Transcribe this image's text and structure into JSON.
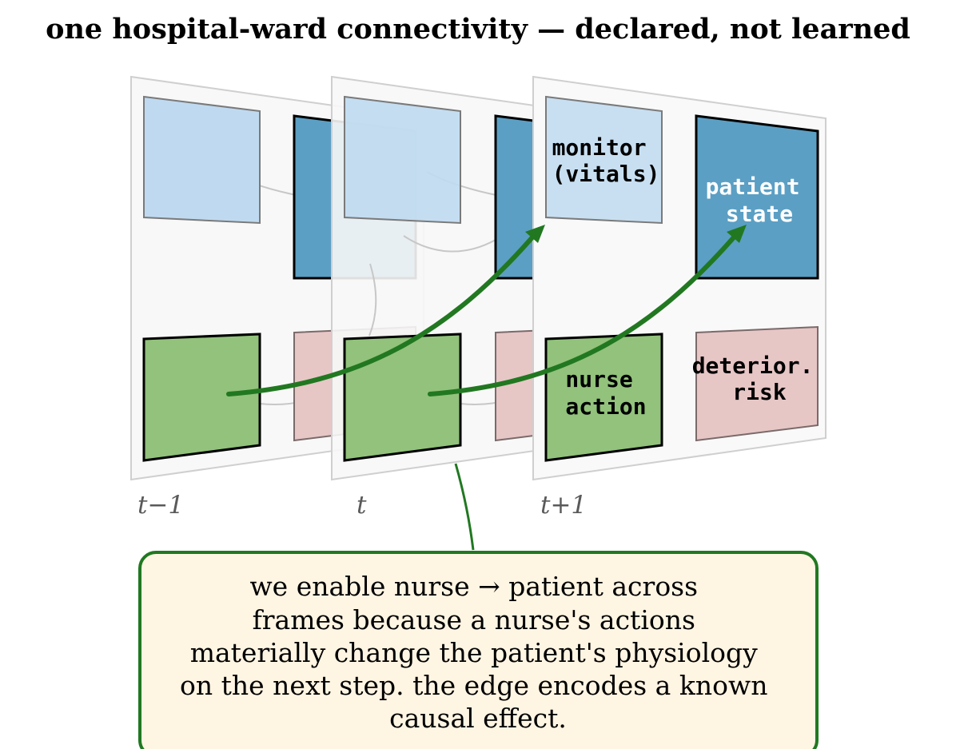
{
  "title": "one hospital-ward connectivity — declared, not learned",
  "frames": [
    {
      "label": "t−1"
    },
    {
      "label": "t"
    },
    {
      "label": "t+1"
    }
  ],
  "nodes": {
    "monitor": {
      "line1": "monitor",
      "line2": "(vitals)",
      "color": "#bfdaf0"
    },
    "patient": {
      "line1": "patient",
      "line2": "state",
      "color": "#5b9fc4"
    },
    "nurse": {
      "line1": "nurse",
      "line2": "action",
      "color": "#92c27b"
    },
    "risk": {
      "line1": "deterior.",
      "line2": "risk",
      "color": "#e7c6c6"
    }
  },
  "edges": [
    {
      "from": "nurse",
      "from_frame": "t−1",
      "to": "patient",
      "to_frame": "t",
      "color": "#217821"
    },
    {
      "from": "nurse",
      "from_frame": "t",
      "to": "patient",
      "to_frame": "t+1",
      "color": "#217821"
    }
  ],
  "note": {
    "lines": [
      "we enable nurse → patient across",
      "frames because a nurse's actions",
      "materially change the patient's physiology",
      "on the next step. the edge encodes a known",
      "causal effect."
    ],
    "background": "#fff5e3",
    "border": "#217821"
  }
}
